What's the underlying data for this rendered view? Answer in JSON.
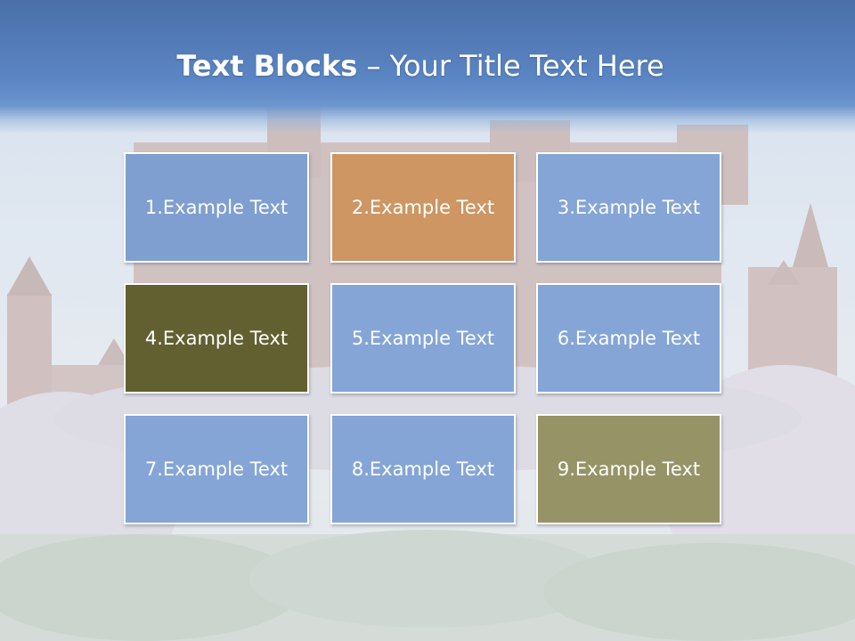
{
  "title": {
    "bold": "Text Blocks",
    "dash": "–",
    "rest": "Your Title Text Here"
  },
  "blocks": [
    {
      "label": "1.Example Text",
      "color": "#7f9fd1"
    },
    {
      "label": "2.Example Text",
      "color": "#cd9662"
    },
    {
      "label": "3.Example Text",
      "color": "#84a5d6"
    },
    {
      "label": "4.Example Text",
      "color": "#626031"
    },
    {
      "label": "5.Example Text",
      "color": "#84a5d6"
    },
    {
      "label": "6.Example Text",
      "color": "#84a5d6"
    },
    {
      "label": "7.Example Text",
      "color": "#84a5d6"
    },
    {
      "label": "8.Example Text",
      "color": "#84a5d6"
    },
    {
      "label": "9.Example Text",
      "color": "#969366"
    }
  ],
  "colors": {
    "banner": "#5b86c4",
    "block_border": "#ffffff"
  }
}
